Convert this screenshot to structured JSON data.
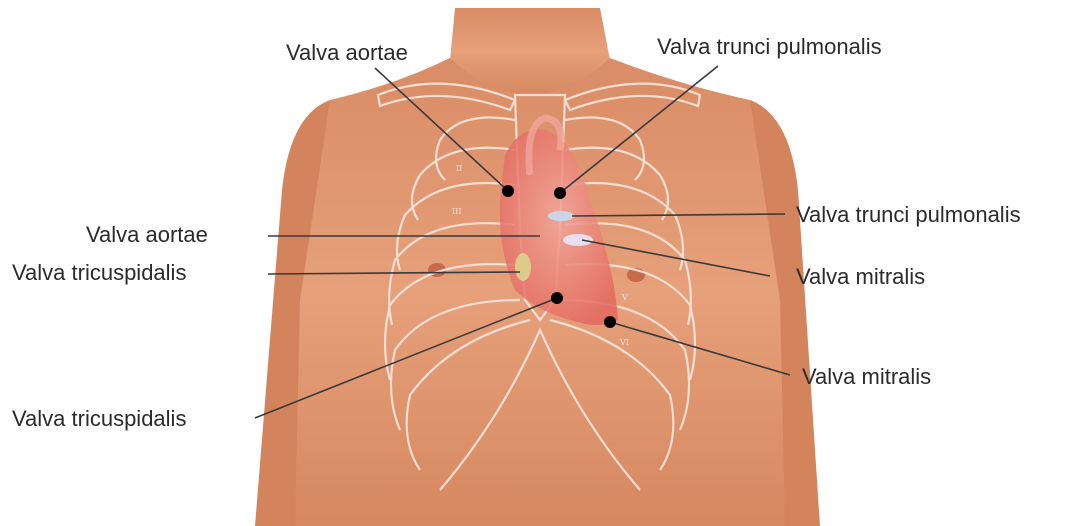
{
  "labels": {
    "top_left": "Valva aortae",
    "top_right": "Valva trunci pulmonalis",
    "mid_left_1": "Valva aortae",
    "mid_left_2": "Valva tricuspidalis",
    "mid_right_1": "Valva trunci pulmonalis",
    "mid_right_2": "Valva mitralis",
    "low_right": "Valva mitralis",
    "low_left": "Valva tricuspidalis"
  },
  "rib_numerals": {
    "r2": "II",
    "r3": "III",
    "r5": "V",
    "r6": "VI"
  },
  "colors": {
    "skin": "#e09a73",
    "skin_shadow": "#c97a55",
    "rib_outline": "#f7e6dc",
    "heart": "#e8746a",
    "leader": "#3a3a3a",
    "point": "#000000"
  }
}
